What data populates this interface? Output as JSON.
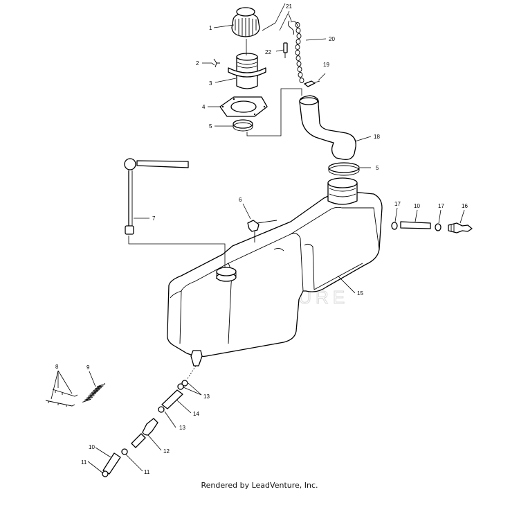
{
  "watermark": "LEADVENTURE",
  "footer": "Rendered by LeadVenture, Inc.",
  "callouts": [
    "1",
    "2",
    "3",
    "4",
    "5",
    "5",
    "6",
    "7",
    "8",
    "9",
    "10",
    "10",
    "11",
    "11",
    "12",
    "13",
    "13",
    "14",
    "15",
    "16",
    "17",
    "17",
    "18",
    "19",
    "20",
    "21",
    "22"
  ],
  "colors": {
    "line": "#000000",
    "background": "#ffffff",
    "watermark": "#d9d9d9"
  }
}
